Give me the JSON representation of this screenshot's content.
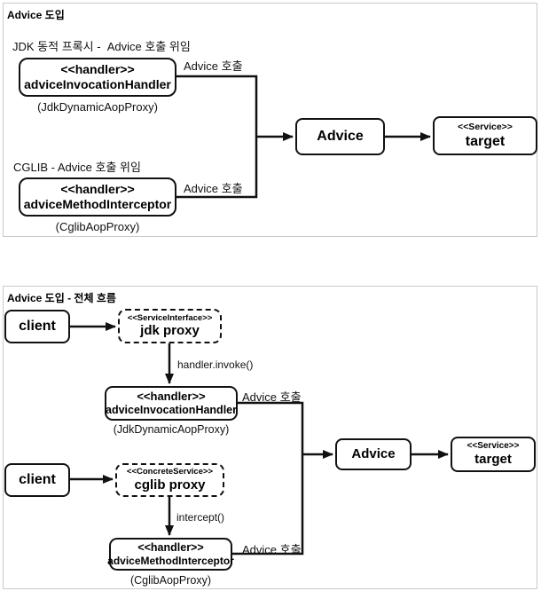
{
  "colors": {
    "line": "#111111",
    "panel_border": "#c9c9c9",
    "node_bg": "#ffffff",
    "text": "#000000"
  },
  "top_panel": {
    "title": "Advice 도입",
    "jdk_section_label": "JDK 동적 프록시 -  Advice 호출 위임",
    "cglib_section_label": "CGLIB - Advice 호출 위임",
    "jdk_handler": {
      "stereotype": "<<handler>>",
      "name": "adviceInvocationHandler",
      "caption": "(JdkDynamicAopProxy)"
    },
    "cglib_handler": {
      "stereotype": "<<handler>>",
      "name": "adviceMethodInterceptor",
      "caption": "(CglibAopProxy)"
    },
    "advice": "Advice",
    "target": {
      "stereotype": "<<Service>>",
      "name": "target"
    },
    "labels": {
      "jdk_call": "Advice 호출",
      "cglib_call": "Advice 호출"
    }
  },
  "bottom_panel": {
    "title": "Advice 도입 - 전체 흐름",
    "client_top": "client",
    "client_bottom": "client",
    "jdk_proxy": {
      "stereotype": "<<ServiceInterface>>",
      "name": "jdk proxy"
    },
    "cglib_proxy": {
      "stereotype": "<<ConcreteService>>",
      "name": "cglib proxy"
    },
    "jdk_handler": {
      "stereotype": "<<handler>>",
      "name": "adviceInvocationHandler",
      "caption": "(JdkDynamicAopProxy)"
    },
    "cglib_handler": {
      "stereotype": "<<handler>>",
      "name": "adviceMethodInterceptor",
      "caption": "(CglibAopProxy)"
    },
    "advice": "Advice",
    "target": {
      "stereotype": "<<Service>>",
      "name": "target"
    },
    "labels": {
      "invoke": "handler.invoke()",
      "intercept": "intercept()",
      "jdk_call": "Advice 호출",
      "cglib_call": "Advice 호출"
    }
  }
}
